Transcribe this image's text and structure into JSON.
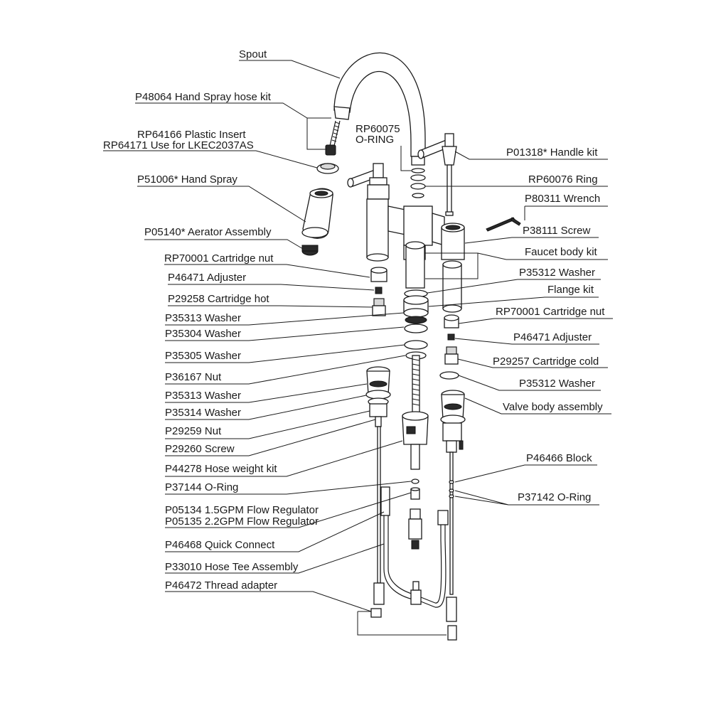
{
  "labels": {
    "spout": "Spout",
    "p48064": "P48064 Hand Spray hose kit",
    "rp64166": "RP64166 Plastic Insert",
    "rp64171": "RP64171 Use for LKEC2037AS",
    "p51006": "P51006*  Hand Spray",
    "p05140": "P05140* Aerator Assembly",
    "rp70001_left": "RP70001 Cartridge nut",
    "p46471_left": "P46471 Adjuster",
    "p29258": "P29258 Cartridge hot",
    "p35313_a": "P35313 Washer",
    "p35304": "P35304 Washer",
    "p35305": "P35305 Washer",
    "p36167": "P36167 Nut",
    "p35313_b": "P35313 Washer",
    "p35314": "P35314 Washer",
    "p29259": "P29259 Nut",
    "p29260": "P29260 Screw",
    "p44278": "P44278 Hose weight kit",
    "p37144": "P37144 O-Ring",
    "p05134": "P05134 1.5GPM Flow Regulator",
    "p05135": "P05135 2.2GPM Flow Regulator",
    "p46468": "P46468 Quick Connect",
    "p33010": "P33010 Hose Tee Assembly",
    "p46472": "P46472 Thread adapter",
    "rp60075_a": "RP60075",
    "rp60075_b": "O-RING",
    "p01318": "P01318* Handle kit",
    "rp60076": "RP60076 Ring",
    "p80311": "P80311 Wrench",
    "p38111": "P38111 Screw",
    "faucet_body": "Faucet body kit",
    "p35312_a": "P35312 Washer",
    "flange": "Flange kit",
    "rp70001_right": "RP70001 Cartridge nut",
    "p46471_right": "P46471 Adjuster",
    "p29257": "P29257 Cartridge cold",
    "p35312_b": "P35312 Washer",
    "valve_body": "Valve body assembly",
    "p46466": "P46466 Block",
    "p37142": "P37142 O-Ring"
  }
}
